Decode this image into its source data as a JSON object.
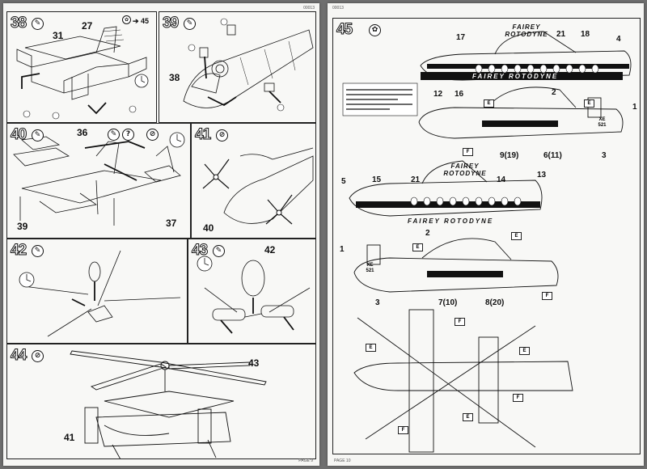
{
  "catalog_number": "00013",
  "left_page_label": "PAGE 9",
  "right_page_label": "PAGE 10",
  "steps": {
    "s38": {
      "num": "38",
      "symbol": "glue-icon",
      "callouts": [
        "31",
        "27"
      ],
      "arrow_to": "45"
    },
    "s39": {
      "num": "39",
      "symbol": "glue-icon",
      "callouts": [
        "38"
      ]
    },
    "s40": {
      "num": "40",
      "symbol": "glue-icon",
      "callouts": [
        "36",
        "39",
        "37"
      ],
      "question": "?"
    },
    "s41": {
      "num": "41",
      "symbol": "no-glue-icon",
      "callouts": [
        "40"
      ]
    },
    "s42": {
      "num": "42",
      "symbol": "glue-icon"
    },
    "s43": {
      "num": "43",
      "symbol": "glue-icon",
      "callouts": [
        "42"
      ]
    },
    "s44": {
      "num": "44",
      "symbol": "no-glue-icon",
      "callouts": [
        "43",
        "41"
      ]
    },
    "s45": {
      "num": "45",
      "symbol": "decal-icon"
    }
  },
  "decals": {
    "fuselage_text": "FAIREY ROTODYNE",
    "fin_text_line1": "FAIREY",
    "fin_text_line2": "ROTODYNE",
    "tail_code_line1": "XE",
    "tail_code_line2": "521"
  },
  "right_callouts": {
    "top_view": [
      "17",
      "21",
      "18",
      "4",
      "12",
      "16",
      "2"
    ],
    "side_view_1": [
      "1",
      "3",
      "9(19)",
      "6(11)"
    ],
    "mid_view": [
      "5",
      "15",
      "21",
      "14",
      "13",
      "2"
    ],
    "side_view_2": [
      "1",
      "3",
      "7(10)",
      "8(20)"
    ]
  },
  "paint_codes": [
    "E",
    "F"
  ],
  "colors": {
    "page": "#f6f6f4",
    "ink": "#111111",
    "background": "#6f6f6f"
  }
}
